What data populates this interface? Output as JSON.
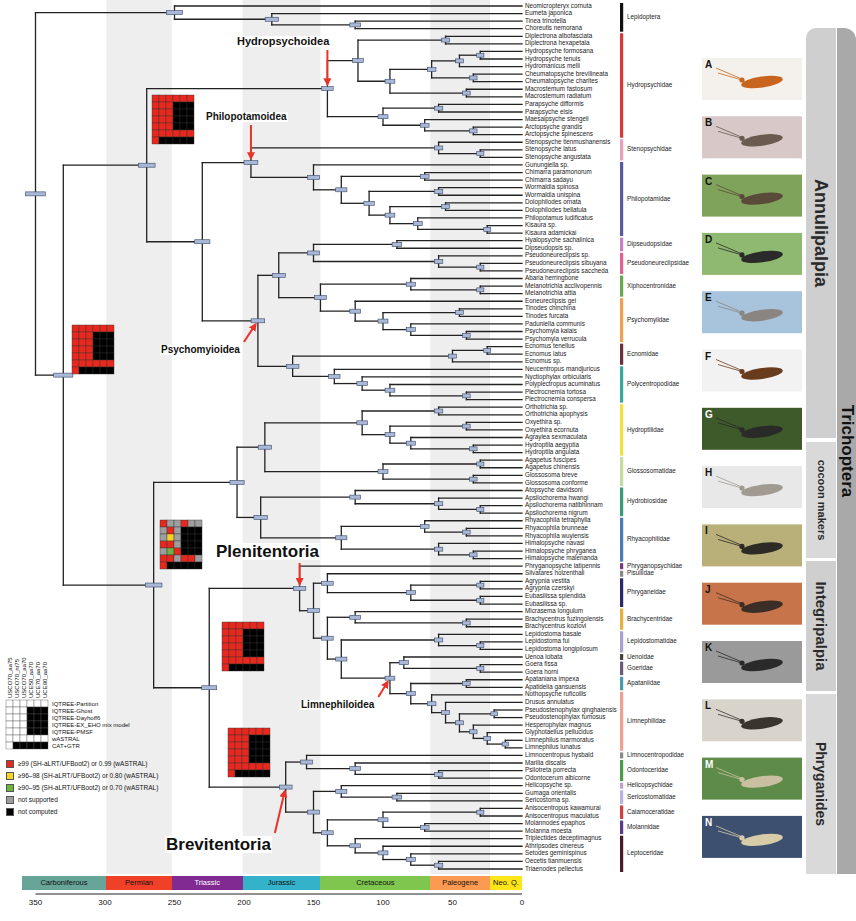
{
  "diagram": {
    "nodes": [
      {
        "text": [
          "Carboniferous"
        ]
      },
      {
        "text": [
          "Permian"
        ]
      },
      {
        "text": [
          "Triassic"
        ]
      },
      {
        "text": [
          "Jurassic"
        ]
      },
      {
        "text": [
          "Cretaceous"
        ]
      },
      {
        "text": [
          "Paleogene"
        ]
      },
      {
        "text": [
          "Neo. Q."
        ]
      },
      {
        "text": [
          "Annulipalpia"
        ]
      },
      {
        "text": [
          "Trichoptera"
        ]
      },
      {
        "text": [
          "cocoon makers"
        ]
      },
      {
        "text": [
          "Integripalpia"
        ]
      },
      {
        "text": [
          "Phryganides"
        ]
      }
    ],
    "labels": [
      "Neomicropteryx cornuta",
      "Eumeta japonica",
      "Tinea trinotella",
      "Choreutis nemorana",
      "Diplectrona albofasciata",
      "Diplectrona hexapetala",
      "Hydropsyche formosana",
      "Hydropsyche tenuis",
      "Hydromanicus melli",
      "Cheumatopsyche brevilineata",
      "Cheumatopsyche charites",
      "Macrostemum fastosum",
      "Macrostemum radiatum",
      "Parapsyche difformis",
      "Parapsyche elsis",
      "Maesaipsyche stengeli",
      "Arctopsyche grandis",
      "Arctopsyche spinescens",
      "Stenopsyche tienmushanensis",
      "Stenopsyche latus",
      "Stenopsyche angustata",
      "Gunungiella sp.",
      "Chimarra paramonorum",
      "Chimarra sadayu",
      "Wormaldia spinosa",
      "Wormaldia unispina",
      "Dolophilodes ornata",
      "Dolophilodes bellatula",
      "Philopotamus ludificatus",
      "Kisaura sp.",
      "Kisaura adamickai",
      "Hyalopsyche sachalinica",
      "Dipseudopsis sp.",
      "Pseudoneureclipsis sp.",
      "Pseudoneureclipsis sibuyana",
      "Pseudoneureclipsis saccheda",
      "Abaria herringbone",
      "Melanotrichia acclivopennis",
      "Melanotrichia attia",
      "Eoneureclipsis gei",
      "Tinodes chinchina",
      "Tinodes furcata",
      "Paduniella communis",
      "Psychomyia kalais",
      "Psychomyia verrucula",
      "Ecnomus tenellus",
      "Ecnomus latus",
      "Ecnomus sp.",
      "Neucentropus mandjuricus",
      "Nyctiophylax orbicularis",
      "Polyplectropus acuminatus",
      "Plectrocnemia tortosa",
      "Plectrocnemia conspersa",
      "Orthotrichia sp.",
      "Orthotrichia apophysis",
      "Oxyethira sp.",
      "Oxyethira ecornuta",
      "Agraylea sexmaculata",
      "Hydroptila aegyptia",
      "Hydroptila angulata",
      "Agapetus fuscipes",
      "Agapetus chinensis",
      "Glossosoma breve",
      "Glossosoma conforme",
      "Atopsyche davidsoni",
      "Apsilochorema hwangi",
      "Apsilochorema natibhinnam",
      "Apsilochorema nigrum",
      "Rhyacophila tetraphylla",
      "Rhyacophila brunneae",
      "Rhyacophila wuyiensis",
      "Himalopsyche navasi",
      "Himalopsyche phryganea",
      "Himalopsyche malenanda",
      "Phryganopsyche latipennis",
      "Silvatares holzenthali",
      "Agrypnia vestita",
      "Agrypnia czerskyi",
      "Eubasilissa splendida",
      "Eubasilissa sp.",
      "Micrasema longulum",
      "Brachycentrus fuzingolensis",
      "Brachycentrus kozlovi",
      "Lepidostoma basale",
      "Lepidostoma fui",
      "Lepidostoma longipilosum",
      "Uenoa lobata",
      "Goera fissa",
      "Goera horni",
      "Apataniana impexa",
      "Apatidelia gansuensis",
      "Nothopsyche ruficollis",
      "Drusus annulatus",
      "Pseudostenophylax qinghaiensis",
      "Pseudostenophylax fumosus",
      "Hesperophylax magnus",
      "Glyphotaelius pellucidus",
      "Limnephilus marmoratus",
      "Limnephilus lunatus",
      "Limnocentropus hysbald",
      "Marilia discalis",
      "Psilotreta porrecta",
      "Odontocerum albicorne",
      "Helicopsyche sp.",
      "Gumaga orientalis",
      "Sericostoma sp.",
      "Anisocentropus kawamurai",
      "Anisocentropus maculatus",
      "Molannodes epaphos",
      "Molanna moesta",
      "Triplectides deceptimagnus",
      "Athripsodes cinereus",
      "Setodes geminispinus",
      "Oecetis tianmuensis",
      "Triaenodes pellectus",
      "Lepidoptera",
      "Hydropsychidae",
      "Stenopsychidae",
      "Philopotamidae",
      "Dipseudopsidae",
      "Pseudoneureclipsidae",
      "Xiphocentronidae",
      "Psychomyiidae",
      "Ecnomidae",
      "Polycentropodidae",
      "Hydroptilidae",
      "Glossosomatidae",
      "Hydrobiosidae",
      "Rhyacophilidae",
      "Phryganopsychidae",
      "Pisuliidae",
      "Phryganeidae",
      "Brachycentridae",
      "Lepidostomatidae",
      "Uenoidae",
      "Goeridae",
      "Apataniidae",
      "Limnephilidae",
      "Limnocentropodidae",
      "Odontoceridae",
      "Helicopsychidae",
      "Sericostomatidae",
      "Calamoceratidae",
      "Molannidae",
      "Leptoceridae",
      "Hydropsychoidea",
      "Philopotamoidea",
      "Psychomyioidea",
      "Plenitentoria",
      "Limnephiloidea",
      "Brevitentoria",
      "A",
      "B",
      "C",
      "D",
      "E",
      "F",
      "G",
      "H",
      "I",
      "J",
      "K",
      "L",
      "M",
      "N",
      "350",
      "300",
      "250",
      "200",
      "150",
      "100",
      "50",
      "0",
      "USCO70_aa75",
      "USCO70_nt75",
      "USCO70_aa70",
      "UCE50_aa70",
      "UCE70_aa70",
      "UCE90_aa70",
      "IQTREE-Partition",
      "IQTREE-Ghost",
      "IQTREE-Dayhoff6",
      "IQTREE-EX_EHO mix model",
      "IQTREE-PMSF",
      "wASTRAL",
      "CAT+GTR"
    ],
    "legend": [
      {
        "text": "≥99 (SH-aLRT/UFBoot2) or 0.99 (wASTRAL)",
        "color": "#e8281e"
      },
      {
        "text": "≥96–98 (SH-aLRT/UFBoot2) or 0.80 (wASTRAL)",
        "color": "#f5d327"
      },
      {
        "text": "≥90–95 (SH-aLRT/UFBoot2) or 0.70 (wASTRAL)",
        "color": "#6db33f"
      },
      {
        "text": "not supported",
        "color": "#9e9e9e"
      },
      {
        "text": "not computed",
        "color": "#000000"
      }
    ]
  }
}
